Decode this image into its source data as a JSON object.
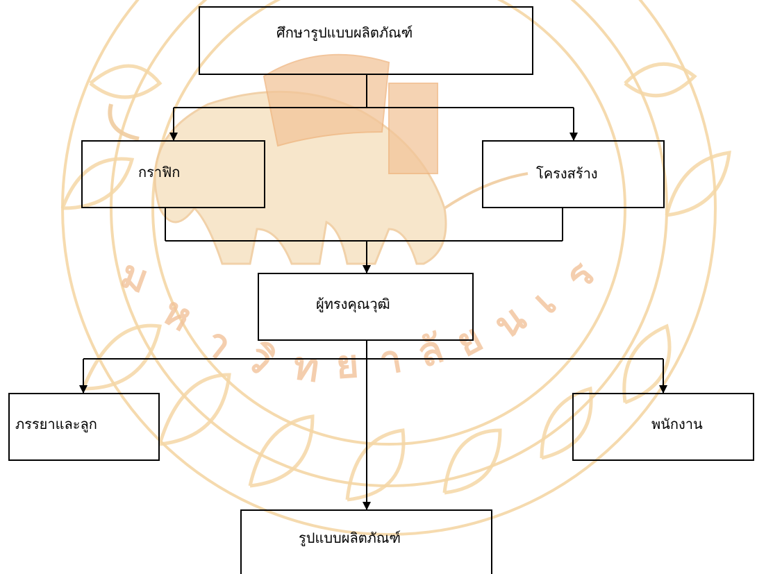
{
  "diagram": {
    "nodes": [
      {
        "id": "study",
        "label": "ศึกษารูปแบบผลิตภัณฑ์"
      },
      {
        "id": "graphic",
        "label": "กราฟิก"
      },
      {
        "id": "structure",
        "label": "โครงสร้าง"
      },
      {
        "id": "experts",
        "label": "ผู้ทรงคุณวุฒิ"
      },
      {
        "id": "family",
        "label": "ภรรยาและลูก"
      },
      {
        "id": "staff",
        "label": "พนักงาน"
      },
      {
        "id": "result",
        "label": "รูปแบบผลิตภัณฑ์"
      }
    ],
    "edges": [
      {
        "from": "study",
        "to": "graphic"
      },
      {
        "from": "study",
        "to": "structure"
      },
      {
        "from": "graphic",
        "to": "experts"
      },
      {
        "from": "structure",
        "to": "experts"
      },
      {
        "from": "experts",
        "to": "family"
      },
      {
        "from": "experts",
        "to": "staff"
      },
      {
        "from": "experts",
        "to": "result"
      }
    ],
    "watermark": {
      "primary_color": "#f5d7a6",
      "accent_color": "#f2b27a",
      "icon": "elephant-emblem-icon"
    }
  }
}
